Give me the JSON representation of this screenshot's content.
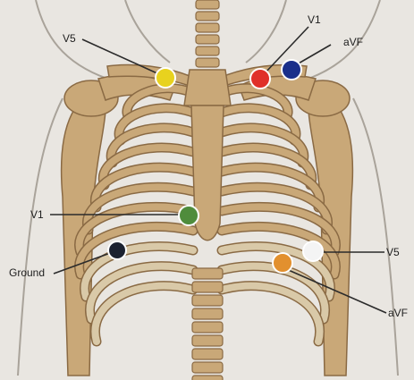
{
  "diagram": {
    "colors": {
      "background": "#e9e6e1",
      "bone": "#c9a878",
      "bone_shadow": "#8a6a44",
      "cartilage": "#d9c9a8",
      "body_outline": "#a9a39a",
      "leader_line": "#2b2b2b"
    },
    "electrodes": [
      {
        "id": "yellow",
        "color": "#e8d21e",
        "label": "V5"
      },
      {
        "id": "red",
        "color": "#e0302a",
        "label": "V1"
      },
      {
        "id": "blue",
        "color": "#1a2f8a",
        "label": "aVF"
      },
      {
        "id": "green",
        "color": "#4f8c3c",
        "label": "V1"
      },
      {
        "id": "black",
        "color": "#1c2230",
        "label": "Ground"
      },
      {
        "id": "white",
        "color": "#f4f4f4",
        "label": "V5"
      },
      {
        "id": "orange",
        "color": "#e2902e",
        "label": "aVF"
      }
    ]
  }
}
